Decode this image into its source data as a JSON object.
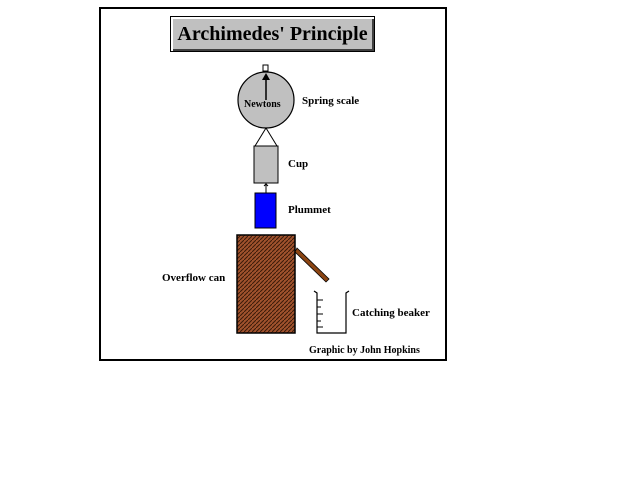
{
  "title": "Archimedes' Principle",
  "labels": {
    "scale_face": "Newtons",
    "spring_scale": "Spring scale",
    "cup": "Cup",
    "plummet": "Plummet",
    "overflow_can": "Overflow can",
    "catching_beaker": "Catching beaker",
    "credit": "Graphic by John Hopkins"
  },
  "colors": {
    "scale": "#c0c0c0",
    "cup": "#c0c0c0",
    "plummet": "#0000ff",
    "overflow_can": "#a0522d",
    "spout": "#8b4513"
  }
}
